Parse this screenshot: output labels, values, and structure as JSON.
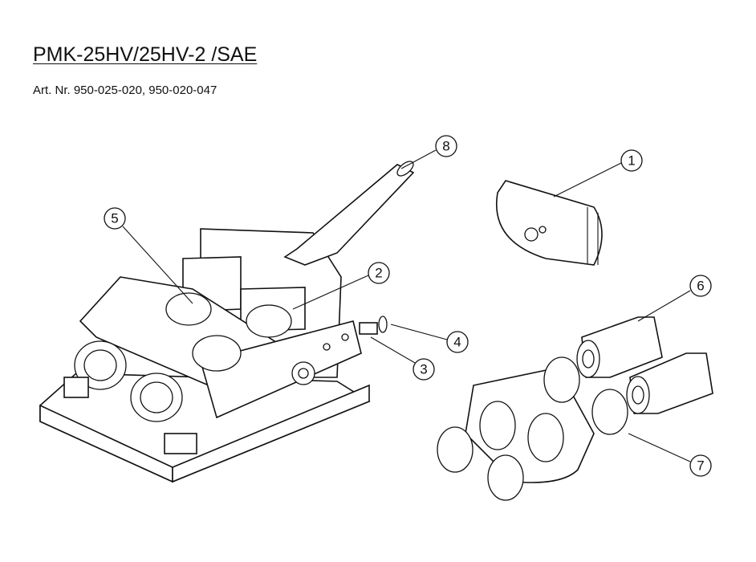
{
  "document": {
    "title": "PMK-25HV/25HV-2 /SAE",
    "article_number": "Art. Nr. 950-025-020, 950-020-047"
  },
  "callouts": [
    "1",
    "2",
    "3",
    "4",
    "5",
    "6",
    "7",
    "8"
  ]
}
